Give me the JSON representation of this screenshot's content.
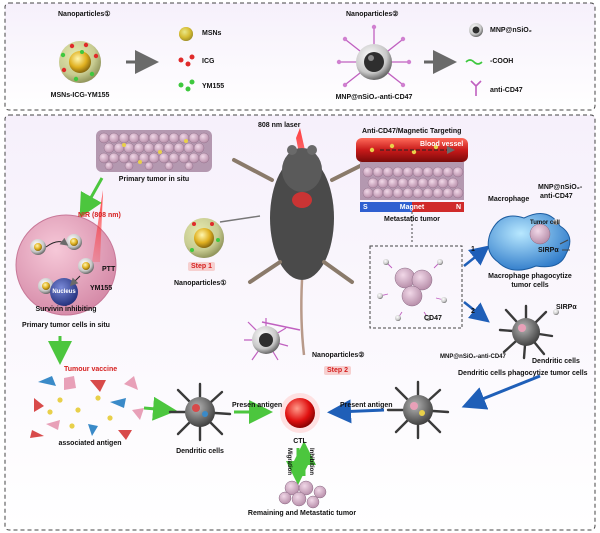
{
  "top_panel": {
    "nanoparticles1_title": "Nanoparticles①",
    "nanoparticles1_caption": "MSNs-ICG-YM155",
    "legend1": [
      "MSNs",
      "ICG",
      "YM155"
    ],
    "nanoparticles2_title": "Nanoparticles②",
    "nanoparticles2_caption": "MNP@nSiO₂-anti-CD47",
    "legend2": [
      "MNP@nSiO₂",
      "-COOH",
      "anti-CD47"
    ]
  },
  "laser_label": "808 nm laser",
  "primary_tumor_label": "Primary tumor in situ",
  "step1_label": "Step 1",
  "step2_label": "Step 2",
  "np1_label": "Nanoparticles①",
  "np2_label": "Nanoparticles②",
  "nir_label": "NIR (808 nm)",
  "ptt_label": "PTT",
  "ym155_label": "YM155",
  "nucleus_label": "Nucleus",
  "survivin_label": "Survivin inhibiting",
  "primary_cells_label": "Primary tumor cells in situ",
  "targeting_title": "Anti-CD47/Magnetic Targeting",
  "blood_vessel_label": "Blood vessel",
  "metastatic_label": "Metastatic tumor",
  "magnet_s": "S",
  "magnet_n": "N",
  "magnet_word": "Magnet",
  "cd47_label": "CD47",
  "macrophage_label": "Macrophage",
  "mnp_label_a": "MNP@nSiO₂-",
  "mnp_label_b": "anti-CD47",
  "tumor_cell_label": "Tumor cell",
  "sirpa_label": "SIRPα",
  "sirpa_label2": "SIRPα",
  "mac_phago_1": "Macrophage phagocytize",
  "mac_phago_2": "tumor cells",
  "path_1": "1",
  "path_2": "2",
  "mnp_label_2": "MNP@nSiO₂-anti-CD47",
  "dc_label_right": "Dendritic cells",
  "dc_phago_label": "Dendritic cells phagocytize tumor cells",
  "vaccine_label": "Tumour vaccine",
  "antigen_label": "associated antigen",
  "dc_label_left": "Dendritic cells",
  "present_left": "Presen antigen",
  "present_right": "Present antigen",
  "ctl_label": "CTL",
  "migration_label": "Migration",
  "inhibition_label": "Inhibition",
  "remaining_label": "Remaining and Metastatic tumor",
  "colors": {
    "arrow_green": "#4cc63e",
    "arrow_blue": "#1f5fb8",
    "accent_red": "#d62020",
    "laser_red": "#ff3030"
  }
}
